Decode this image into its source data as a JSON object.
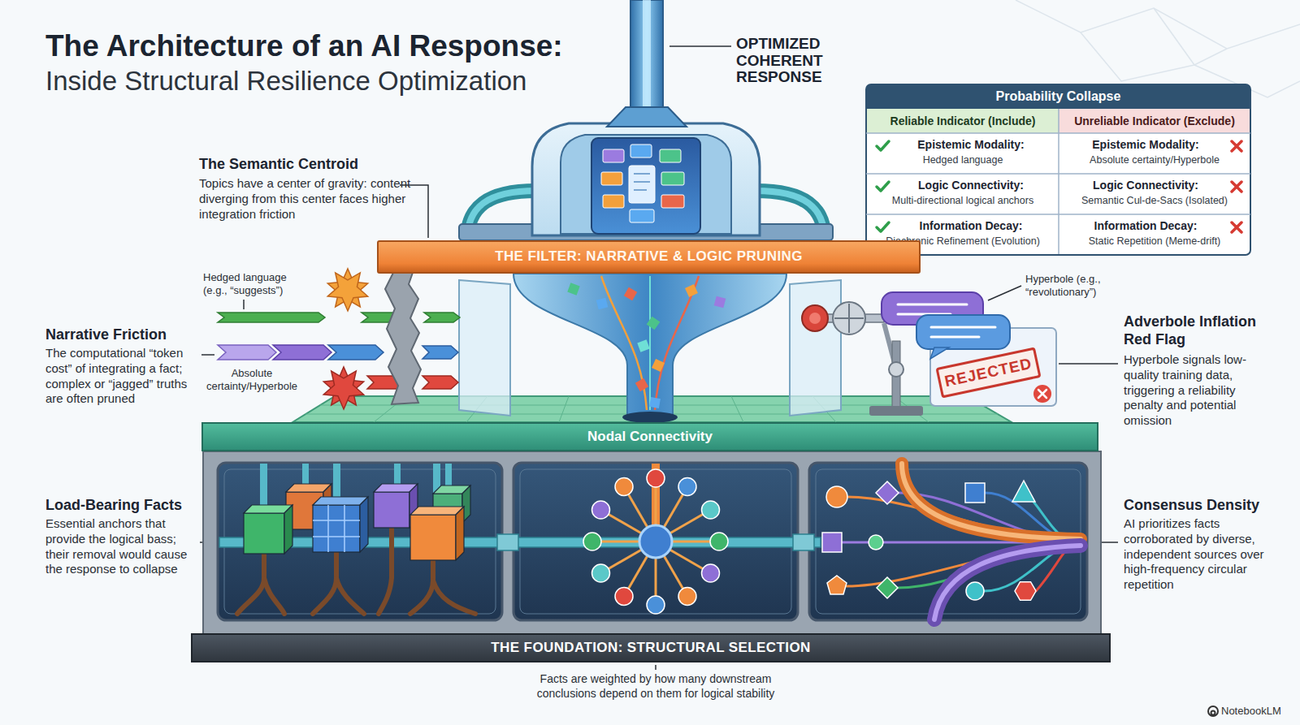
{
  "diagram": {
    "title": "The Architecture of an AI Response:",
    "caption": "Facts are weighted by how many downstream conclusions depend on them for logical stability",
    "nodes": [
      {
        "text": [
          "Probability Collapse"
        ]
      },
      {
        "text": [
          "THE FILTER: NARRATIVE & LOGIC PRUNING"
        ]
      },
      {
        "text": [
          "REJECTED"
        ]
      },
      {
        "text": [
          "Nodal Connectivity"
        ]
      },
      {
        "text": [
          "THE FOUNDATION: STRUCTURAL SELECTION"
        ]
      }
    ],
    "labels": [
      "Inside Structural Resilience Optimization",
      "OPTIMIZED COHERENT RESPONSE",
      "Reliable Indicator (Include)",
      "Unreliable Indicator (Exclude)",
      "Epistemic Modality:",
      "Hedged language",
      "Epistemic Modality:",
      "Absolute certainty/Hyperbole",
      "Logic Connectivity:",
      "Multi-directional logical anchors",
      "Logic Connectivity:",
      "Semantic Cul-de-Sacs (Isolated)",
      "Information Decay:",
      "Diachronic Refinement (Evolution)",
      "Information Decay:",
      "Static Repetition (Meme-drift)",
      "The Semantic Centroid",
      "Topics have a center of gravity: content diverging from this center faces higher integration friction",
      "Hedged language (e.g., “suggests”)",
      "Hyperbole (e.g., “revolutionary”)",
      "Narrative Friction",
      "The computational “token cost” of integrating a fact; complex or “jagged” truths are often pruned",
      "Absolute certainty/Hyperbole",
      "Adverbole Inflation Red Flag",
      "Hyperbole signals low-quality training data, triggering a reliability penalty and potential omission",
      "Load-Bearing Facts",
      "Essential anchors that provide the logical bass; their removal would cause the response to collapse",
      "Consensus Density",
      "AI prioritizes facts corroborated by diverse, independent sources over high-frequency circular repetition",
      "NotebookLM"
    ]
  }
}
